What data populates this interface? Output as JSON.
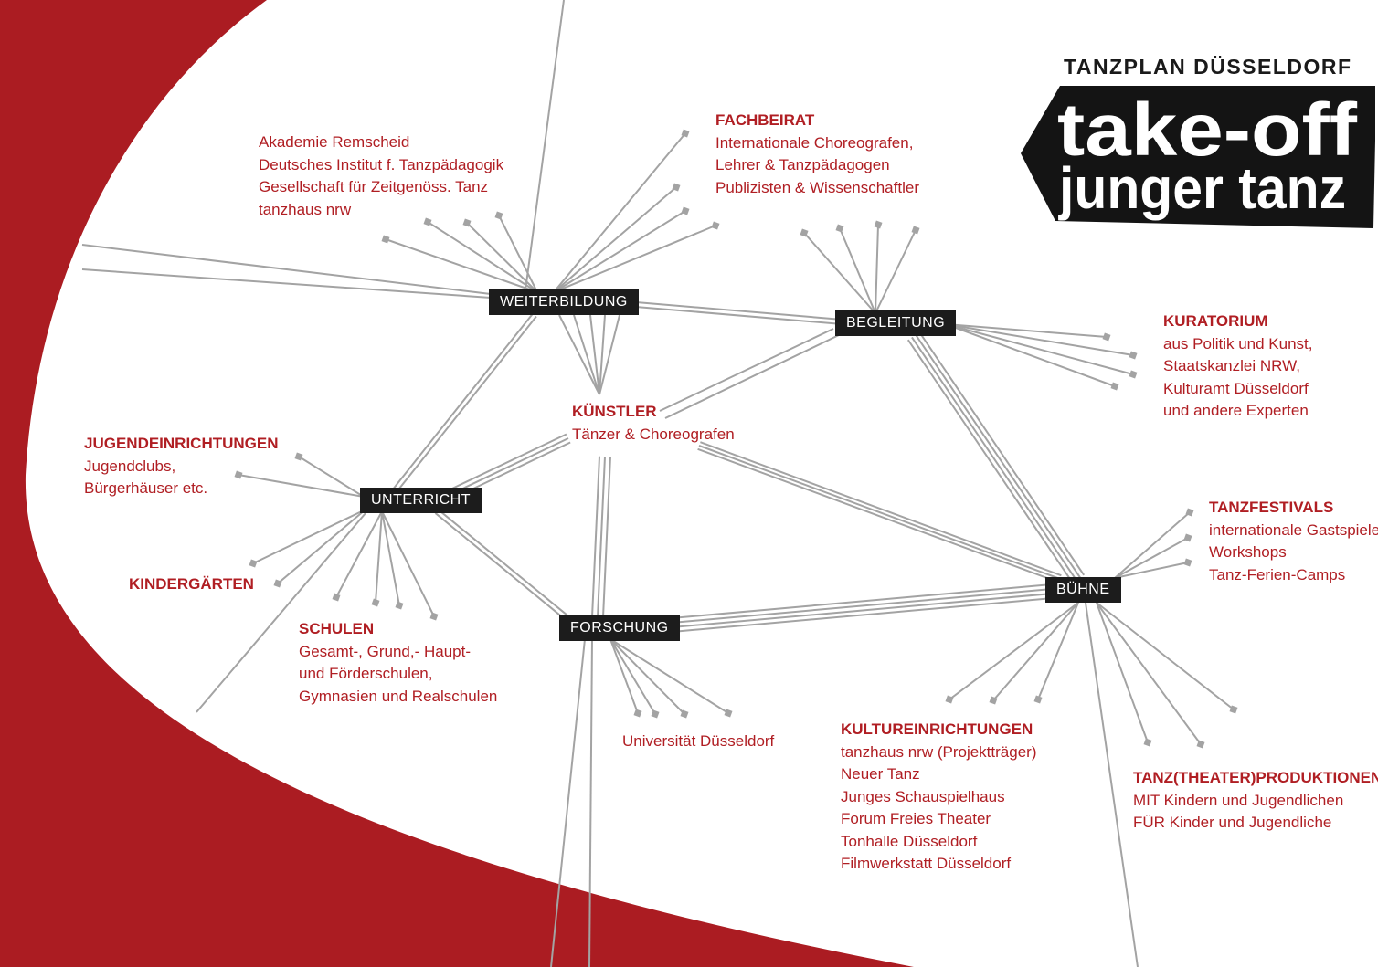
{
  "logo": {
    "heading": "TANZPLAN DÜSSELDORF",
    "word1": "take-off",
    "word2": "junger tanz"
  },
  "nodes": {
    "weiterbildung": "WEITERBILDUNG",
    "begleitung": "BEGLEITUNG",
    "unterricht": "UNTERRICHT",
    "forschung": "FORSCHUNG",
    "buehne": "BÜHNE"
  },
  "groups": {
    "akademie": {
      "lines": [
        "Akademie Remscheid",
        "Deutsches Institut f. Tanzpädagogik",
        "Gesellschaft für Zeitgenöss. Tanz",
        "tanzhaus nrw"
      ]
    },
    "fachbeirat": {
      "title": "FACHBEIRAT",
      "lines": [
        "Internationale Choreografen,",
        "Lehrer & Tanzpädagogen",
        "Publizisten & Wissenschaftler"
      ]
    },
    "kuenstler": {
      "title": "KÜNSTLER",
      "lines": [
        "Tänzer & Choreografen"
      ]
    },
    "kuratorium": {
      "title": "KURATORIUM",
      "lines": [
        "aus Politik und Kunst,",
        "Staatskanzlei NRW,",
        "Kulturamt Düsseldorf",
        "und andere Experten"
      ]
    },
    "jugend": {
      "title": "JUGENDEINRICHTUNGEN",
      "lines": [
        "Jugendclubs,",
        "Bürgerhäuser etc."
      ]
    },
    "kinder": {
      "title": "KINDERGÄRTEN"
    },
    "schulen": {
      "title": "SCHULEN",
      "lines": [
        "Gesamt-, Grund,- Haupt-",
        "und Förderschulen,",
        "Gymnasien und Realschulen"
      ]
    },
    "uni": {
      "lines": [
        "Universität Düsseldorf"
      ]
    },
    "festivals": {
      "title": "TANZFESTIVALS",
      "lines": [
        "internationale Gastspiele",
        "Workshops",
        "Tanz-Ferien-Camps"
      ]
    },
    "kultur": {
      "title": "KULTUREINRICHTUNGEN",
      "lines": [
        "tanzhaus nrw (Projektträger)",
        "Neuer Tanz",
        "Junges Schauspielhaus",
        "Forum Freies Theater",
        "Tonhalle Düsseldorf",
        "Filmwerkstatt Düsseldorf"
      ]
    },
    "produktionen": {
      "title": "TANZ(THEATER)PRODUKTIONEN",
      "lines": [
        "MIT Kindern und Jugendlichen",
        "FÜR Kinder und Jugendliche"
      ]
    }
  },
  "colors": {
    "red": "#ab1c22",
    "text_red": "#b01e23",
    "line_gray": "#a3a3a3",
    "node_bg": "#1c1c1c"
  }
}
